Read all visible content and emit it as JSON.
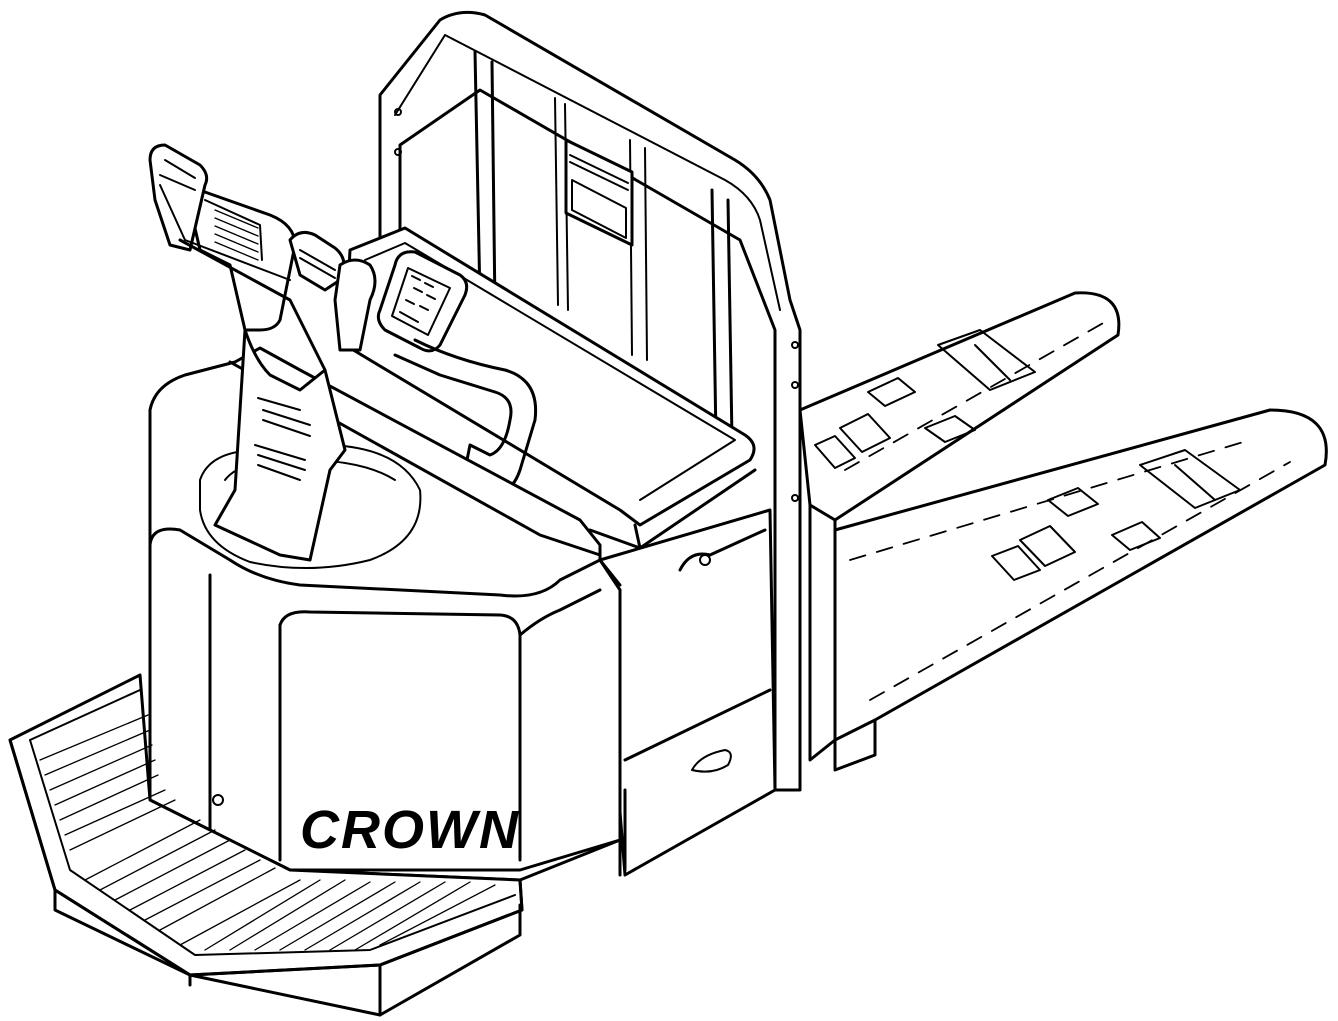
{
  "figure": {
    "subject": "pallet-truck-line-drawing",
    "brand_logo_text": "CROWN",
    "style": "black line art on white background",
    "colors": {
      "line": "#000000",
      "background": "#ffffff"
    }
  }
}
